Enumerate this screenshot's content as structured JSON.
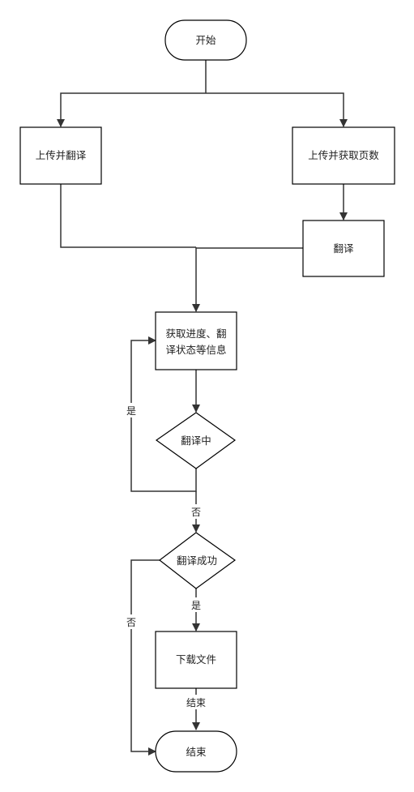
{
  "nodes": {
    "start": "开始",
    "upload_translate": "上传并翻译",
    "upload_get_pages": "上传并获取页数",
    "translate": "翻译",
    "get_progress_line1": "获取进度、翻",
    "get_progress_line2": "译状态等信息",
    "translating": "翻译中",
    "translate_success": "翻译成功",
    "download_file": "下载文件",
    "end": "结束"
  },
  "edges": {
    "translating_yes": "是",
    "translating_no": "否",
    "success_yes": "是",
    "success_no": "否",
    "download_to_end": "结束"
  },
  "colors": {
    "stroke": "#000000",
    "edge": "#333333",
    "fill": "#ffffff",
    "text": "#222222"
  }
}
